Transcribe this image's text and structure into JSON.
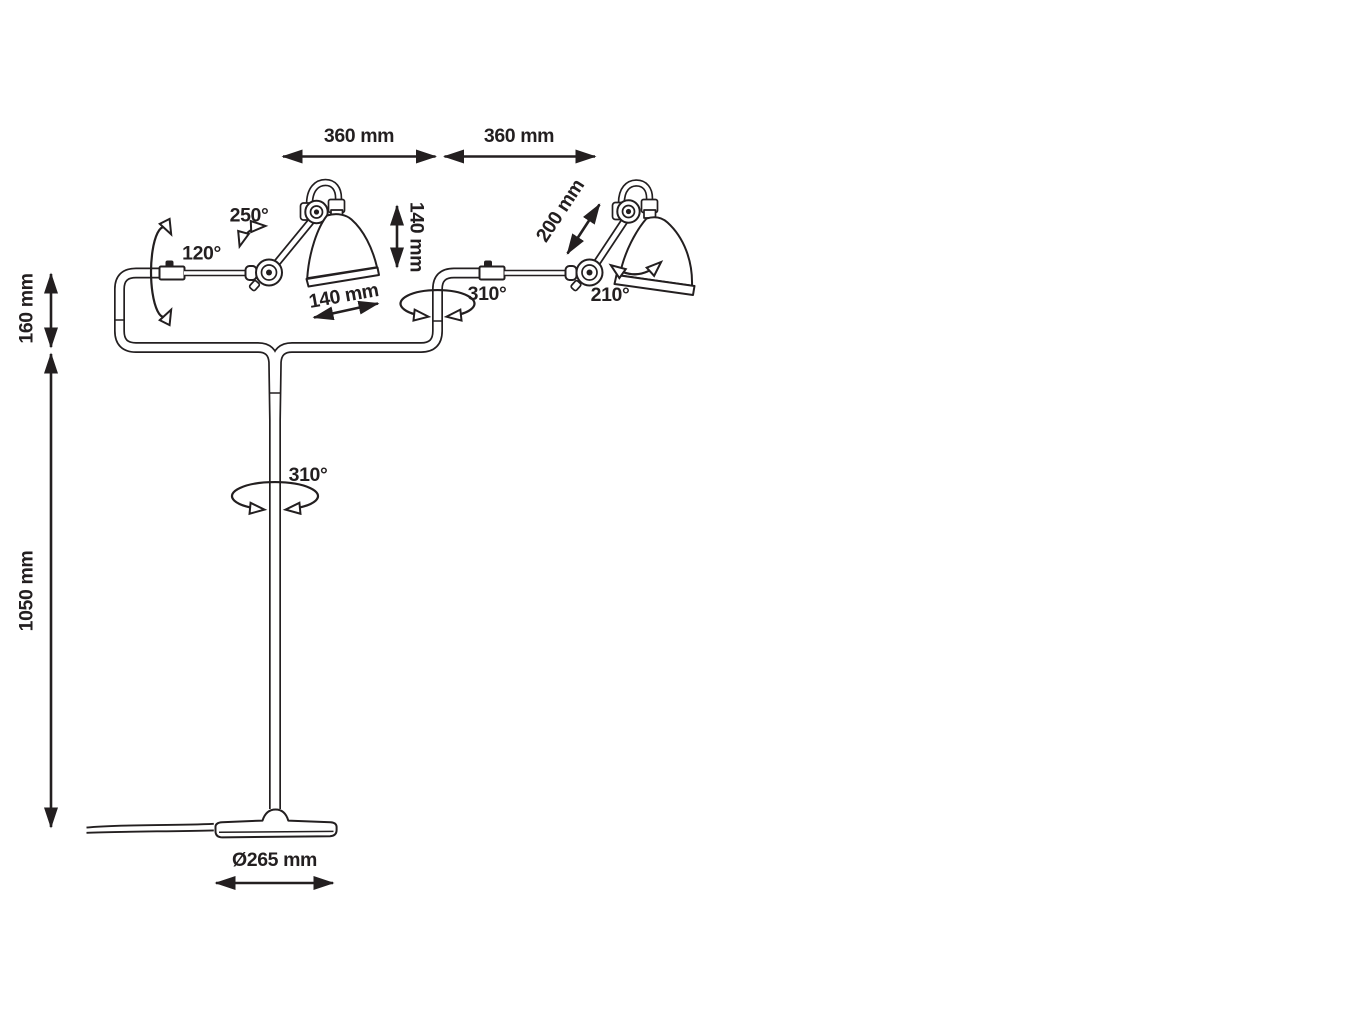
{
  "diagram": {
    "dimensions": {
      "arm_left": "360 mm",
      "arm_right": "360 mm",
      "head_height": "140 mm",
      "arm_forward": "200 mm",
      "shade_diameter": "140 mm",
      "top_section_height": "160 mm",
      "column_height": "1050 mm",
      "base_diameter": "Ø265 mm"
    },
    "rotations": {
      "left_elbow": "250°",
      "left_mount": "120°",
      "right_arm_swivel": "310°",
      "right_head": "210°",
      "column_swivel": "310°"
    },
    "colors": {
      "line": "#231f20",
      "background": "#ffffff"
    }
  }
}
